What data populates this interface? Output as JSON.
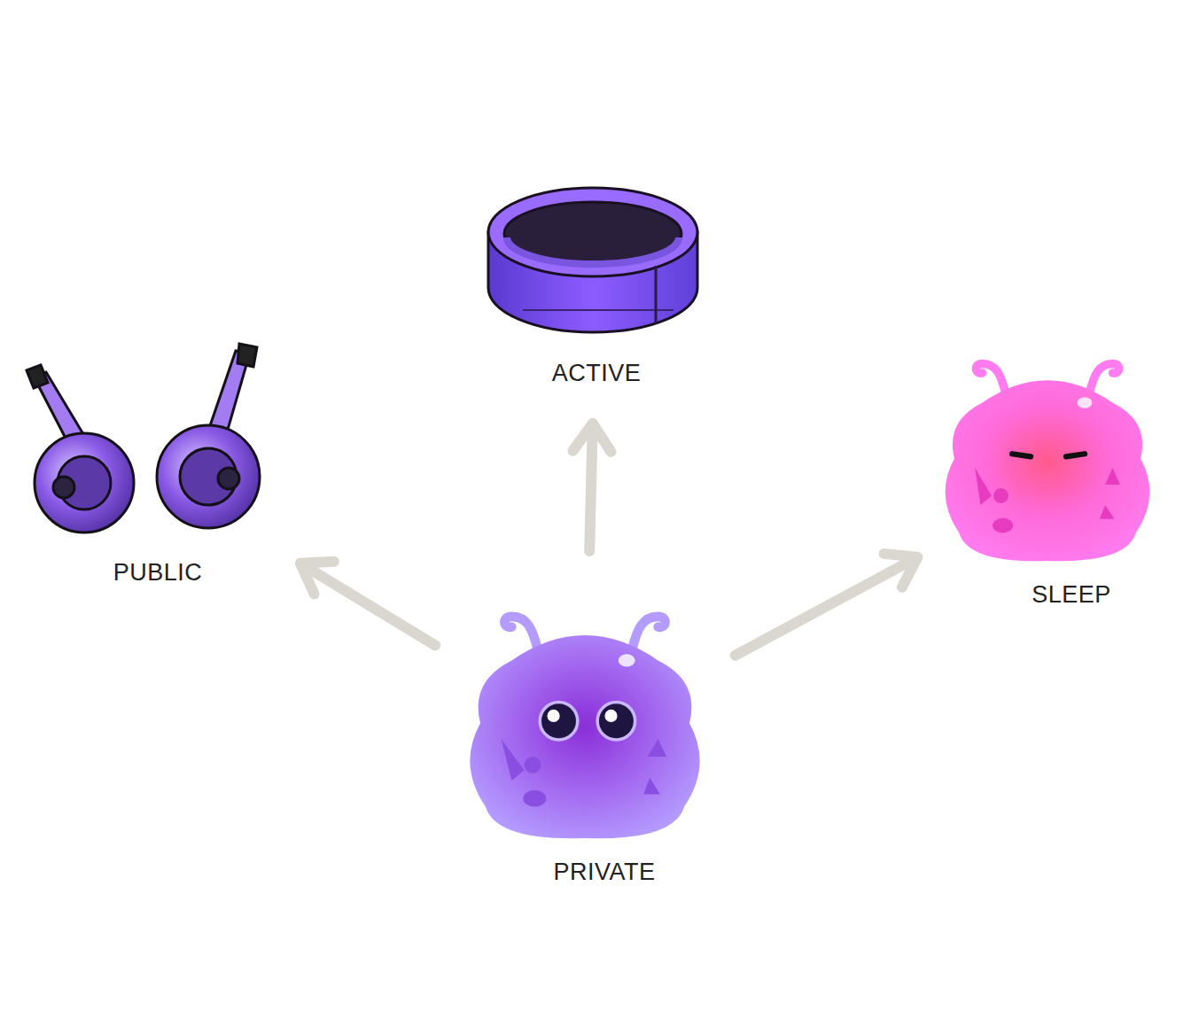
{
  "diagram": {
    "nodes": [
      {
        "text": [
          "ACTIVE"
        ]
      },
      {
        "text": [
          "PUBLIC"
        ]
      },
      {
        "text": [
          "SLEEP"
        ]
      },
      {
        "text": [
          "PRIVATE"
        ]
      }
    ],
    "edges": [
      {
        "from": 3,
        "to": 1,
        "arrow": "to"
      },
      {
        "from": 3,
        "to": 0,
        "arrow": "to"
      },
      {
        "from": 3,
        "to": 2,
        "arrow": "to"
      }
    ]
  }
}
